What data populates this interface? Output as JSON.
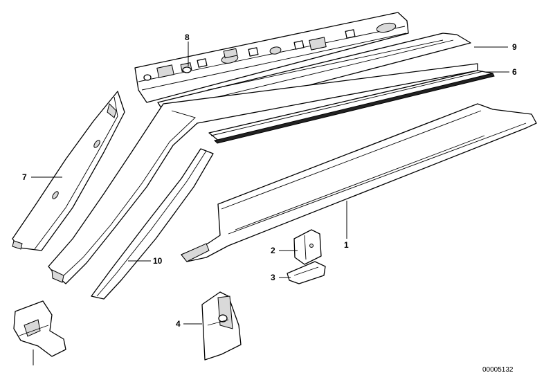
{
  "callouts": {
    "c1": "1",
    "c2": "2",
    "c3": "3",
    "c4": "4",
    "c6": "6",
    "c7": "7",
    "c8": "8",
    "c9": "9",
    "c10": "10"
  },
  "document_number": "00005132",
  "colors": {
    "line": "#000000",
    "background": "#ffffff",
    "shade": "#d9d9d9"
  }
}
